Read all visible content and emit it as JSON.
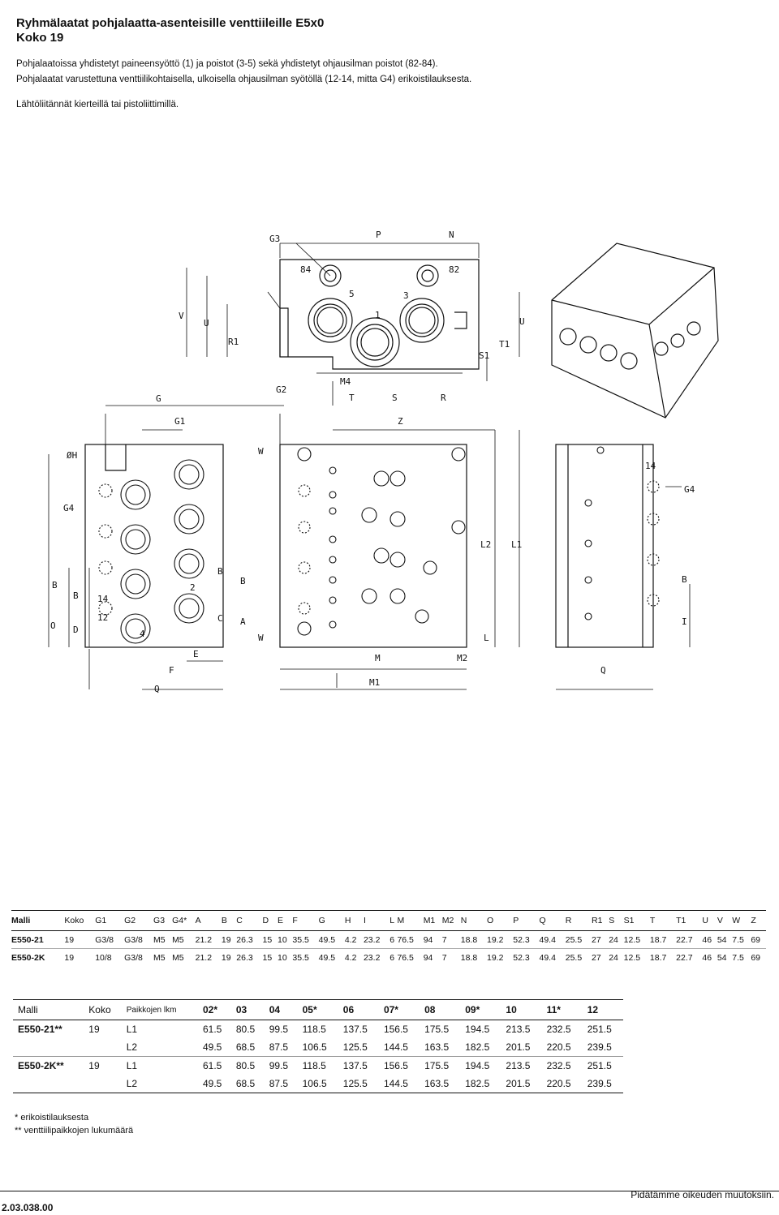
{
  "header": {
    "title_line1": "Ryhmälaatat pohjalaatta-asenteisille venttiileille E5x0",
    "title_line2": "Koko 19"
  },
  "intro": {
    "line1": "Pohjalaatoissa yhdistetyt paineensyöttö (1) ja poistot (3-5) sekä yhdistetyt ohjausilman poistot (82-84).",
    "line2": "Pohjalaatat varustettuna venttiilikohtaisella, ulkoisella ohjausilman syötöllä (12-14, mitta G4) erikoistilauksesta.",
    "line3": "Lähtöliitännät kierteillä tai pistoliittimillä."
  },
  "drawing_labels": {
    "top": [
      "G3",
      "P",
      "N",
      "84",
      "82",
      "5",
      "3",
      "1",
      "V",
      "U",
      "R1",
      "U",
      "S1",
      "T1",
      "G2",
      "M4",
      "T",
      "S",
      "R"
    ],
    "bottom": [
      "G",
      "G1",
      "Z",
      "ØH",
      "G4",
      "W",
      "G4",
      "O",
      "B",
      "B",
      "D",
      "12",
      "14",
      "4",
      "2",
      "B",
      "C",
      "B",
      "A",
      "W",
      "L",
      "L2",
      "L1",
      "14",
      "B",
      "I",
      "E",
      "F",
      "Q",
      "M",
      "M2",
      "M1",
      "Q"
    ]
  },
  "spec_table": {
    "headers": [
      "Malli",
      "Koko",
      "G1",
      "G2",
      "G3",
      "G4*",
      "A",
      "B",
      "C",
      "D",
      "E",
      "F",
      "G",
      "H",
      "I",
      "L",
      "M",
      "M1",
      "M2",
      "N",
      "O",
      "P",
      "Q",
      "R",
      "R1",
      "S",
      "S1",
      "T",
      "T1",
      "U",
      "V",
      "W",
      "Z"
    ],
    "rows": [
      [
        "E550-21",
        "19",
        "G3/8",
        "G3/8",
        "M5",
        "M5",
        "21.2",
        "19",
        "26.3",
        "15",
        "10",
        "35.5",
        "49.5",
        "4.2",
        "23.2",
        "6",
        "76.5",
        "94",
        "7",
        "18.8",
        "19.2",
        "52.3",
        "49.4",
        "25.5",
        "27",
        "24",
        "12.5",
        "18.7",
        "22.7",
        "46",
        "54",
        "7.5",
        "69"
      ],
      [
        "E550-2K",
        "19",
        "10/8",
        "G3/8",
        "M5",
        "M5",
        "21.2",
        "19",
        "26.3",
        "15",
        "10",
        "35.5",
        "49.5",
        "4.2",
        "23.2",
        "6",
        "76.5",
        "94",
        "7",
        "18.8",
        "19.2",
        "52.3",
        "49.4",
        "25.5",
        "27",
        "24",
        "12.5",
        "18.7",
        "22.7",
        "46",
        "54",
        "7.5",
        "69"
      ]
    ]
  },
  "length_table": {
    "headers": [
      "Malli",
      "Koko",
      "Paikkojen lkm",
      "02*",
      "03",
      "04",
      "05*",
      "06",
      "07*",
      "08",
      "09*",
      "10",
      "11*",
      "12"
    ],
    "rows": [
      [
        "E550-21**",
        "19",
        "L1",
        "61.5",
        "80.5",
        "99.5",
        "118.5",
        "137.5",
        "156.5",
        "175.5",
        "194.5",
        "213.5",
        "232.5",
        "251.5"
      ],
      [
        "",
        "",
        "L2",
        "49.5",
        "68.5",
        "87.5",
        "106.5",
        "125.5",
        "144.5",
        "163.5",
        "182.5",
        "201.5",
        "220.5",
        "239.5"
      ],
      [
        "E550-2K**",
        "19",
        "L1",
        "61.5",
        "80.5",
        "99.5",
        "118.5",
        "137.5",
        "156.5",
        "175.5",
        "194.5",
        "213.5",
        "232.5",
        "251.5"
      ],
      [
        "",
        "",
        "L2",
        "49.5",
        "68.5",
        "87.5",
        "106.5",
        "125.5",
        "144.5",
        "163.5",
        "182.5",
        "201.5",
        "220.5",
        "239.5"
      ]
    ]
  },
  "notes": {
    "n1": "*  erikoistilauksesta",
    "n2": "** venttiilipaikkojen lukumäärä"
  },
  "footer": {
    "code": "2.03.038.00",
    "rights": "Pidätämme oikeuden muutoksiin."
  }
}
